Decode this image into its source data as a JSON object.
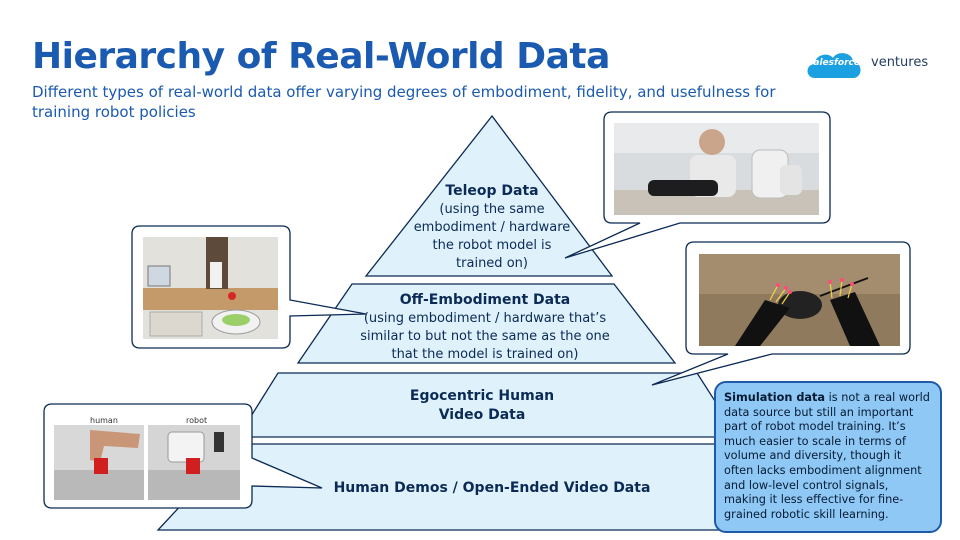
{
  "header": {
    "title": "Hierarchy of Real-World Data",
    "subtitle": "Different types of real-world data offer varying degrees of embodiment, fidelity, and usefulness for training robot policies"
  },
  "logo": {
    "brand": "salesforce",
    "suffix": "ventures"
  },
  "pyramid": {
    "tiers": [
      {
        "head": "Teleop Data",
        "desc": "(using the same embodiment / hardware the robot model is trained on)"
      },
      {
        "head": "Off-Embodiment Data",
        "desc": "(using embodiment / hardware that’s similar to but not the same as the one that the model is trained on)"
      },
      {
        "head": "Egocentric Human Video Data",
        "desc": ""
      },
      {
        "head": "Human Demos / Open-Ended Video Data",
        "desc": ""
      }
    ]
  },
  "callout": {
    "bold": "Simulation data",
    "text": " is not a real world data source but still an important part of robot model training. It’s much easier to scale in terms of volume and diversity, though it often lacks embodiment alignment and low-level control signals, making it less effective for fine-grained robotic skill learning."
  },
  "photos": {
    "human_robot": {
      "left_caption": "human",
      "right_caption": "robot"
    }
  },
  "colors": {
    "title": "#1a5ab0",
    "tier_fill": "#dff2fc",
    "tier_stroke": "#0b2a55",
    "callout_fill": "#8fc8f5",
    "callout_border": "#1e5aa8"
  }
}
